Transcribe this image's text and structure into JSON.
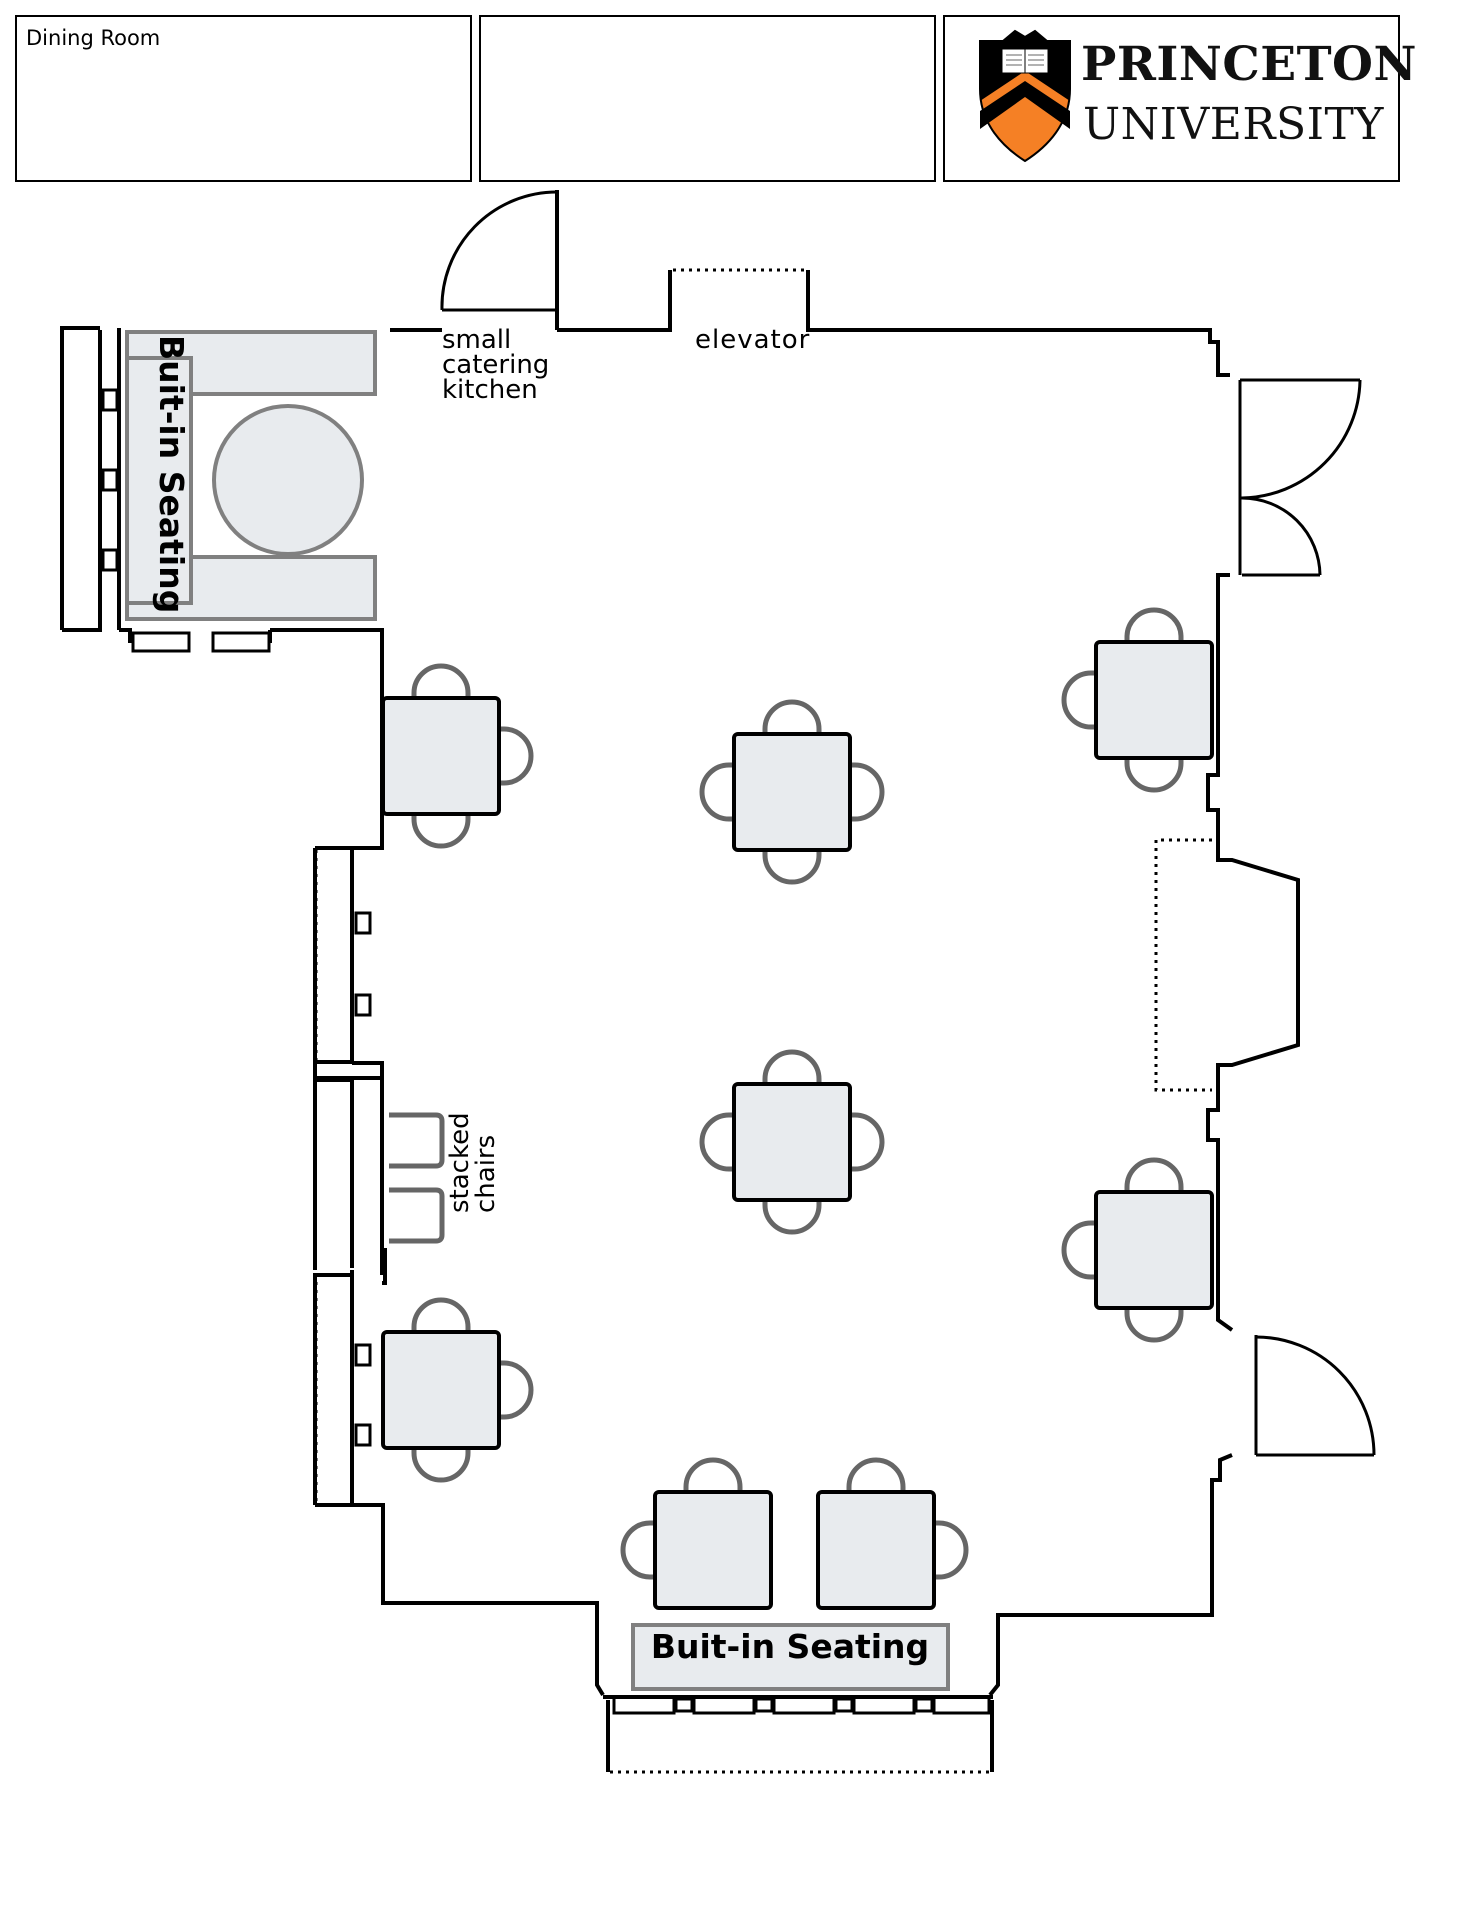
{
  "header": {
    "room_title": "Dining Room",
    "logo": {
      "line1": "PRINCETON",
      "line2": "UNIVERSITY",
      "colors": {
        "orange": "#f58025",
        "black": "#000000"
      }
    }
  },
  "floorplan": {
    "labels": {
      "kitchen": [
        "small",
        "catering",
        "kitchen"
      ],
      "elevator": "elevator",
      "stacked_chairs": [
        "stacked",
        "chairs"
      ],
      "builtin_left": "Buit-in Seating",
      "builtin_bottom": "Buit-in Seating"
    },
    "colors": {
      "wall": "#000000",
      "furniture_fill": "#e8ebee",
      "chair_stroke": "#666666",
      "bench_stroke": "#808080"
    }
  }
}
